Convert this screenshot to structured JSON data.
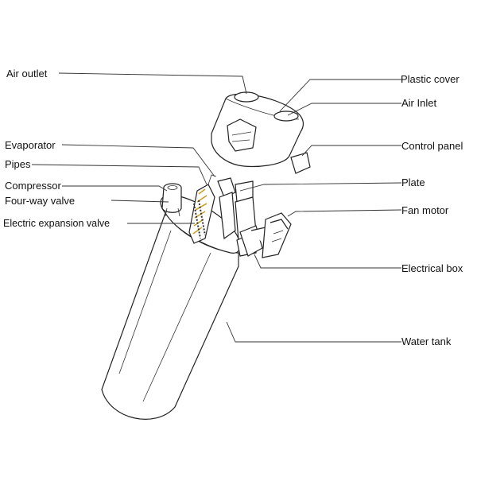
{
  "labels": {
    "air_outlet": "Air outlet",
    "plastic_cover": "Plastic cover",
    "air_inlet": "Air Inlet",
    "control_panel": "Control panel",
    "evaporator": "Evaporator",
    "pipes": "Pipes",
    "compressor": "Compressor",
    "four_way_valve": "Four-way valve",
    "electric_expansion_valve": "Electric expansion valve",
    "plate": "Plate",
    "fan_motor": "Fan motor",
    "electrical_box": "Electrical box",
    "water_tank": "Water tank"
  },
  "colors": {
    "line": "#222222",
    "evaporator_accent": "#c9a227",
    "background": "#ffffff"
  }
}
